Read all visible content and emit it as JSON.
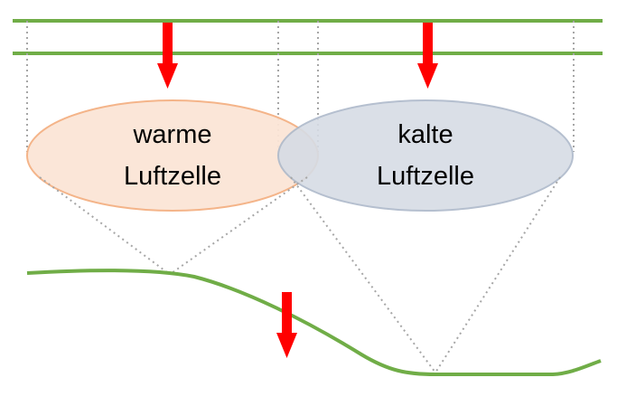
{
  "warm_cell": {
    "line1": "warme",
    "line2": "Luftzelle",
    "fill_color": "#fbe5d6",
    "stroke_color": "#f4b183"
  },
  "cold_cell": {
    "line1": "kalte",
    "line2": "Luftzelle",
    "fill_color": "#d6dce5",
    "stroke_color": "#adb9ca"
  },
  "line_color": "#70ad47",
  "arrow_color": "#ff0000",
  "projection_line_color": "#a6a6a6"
}
